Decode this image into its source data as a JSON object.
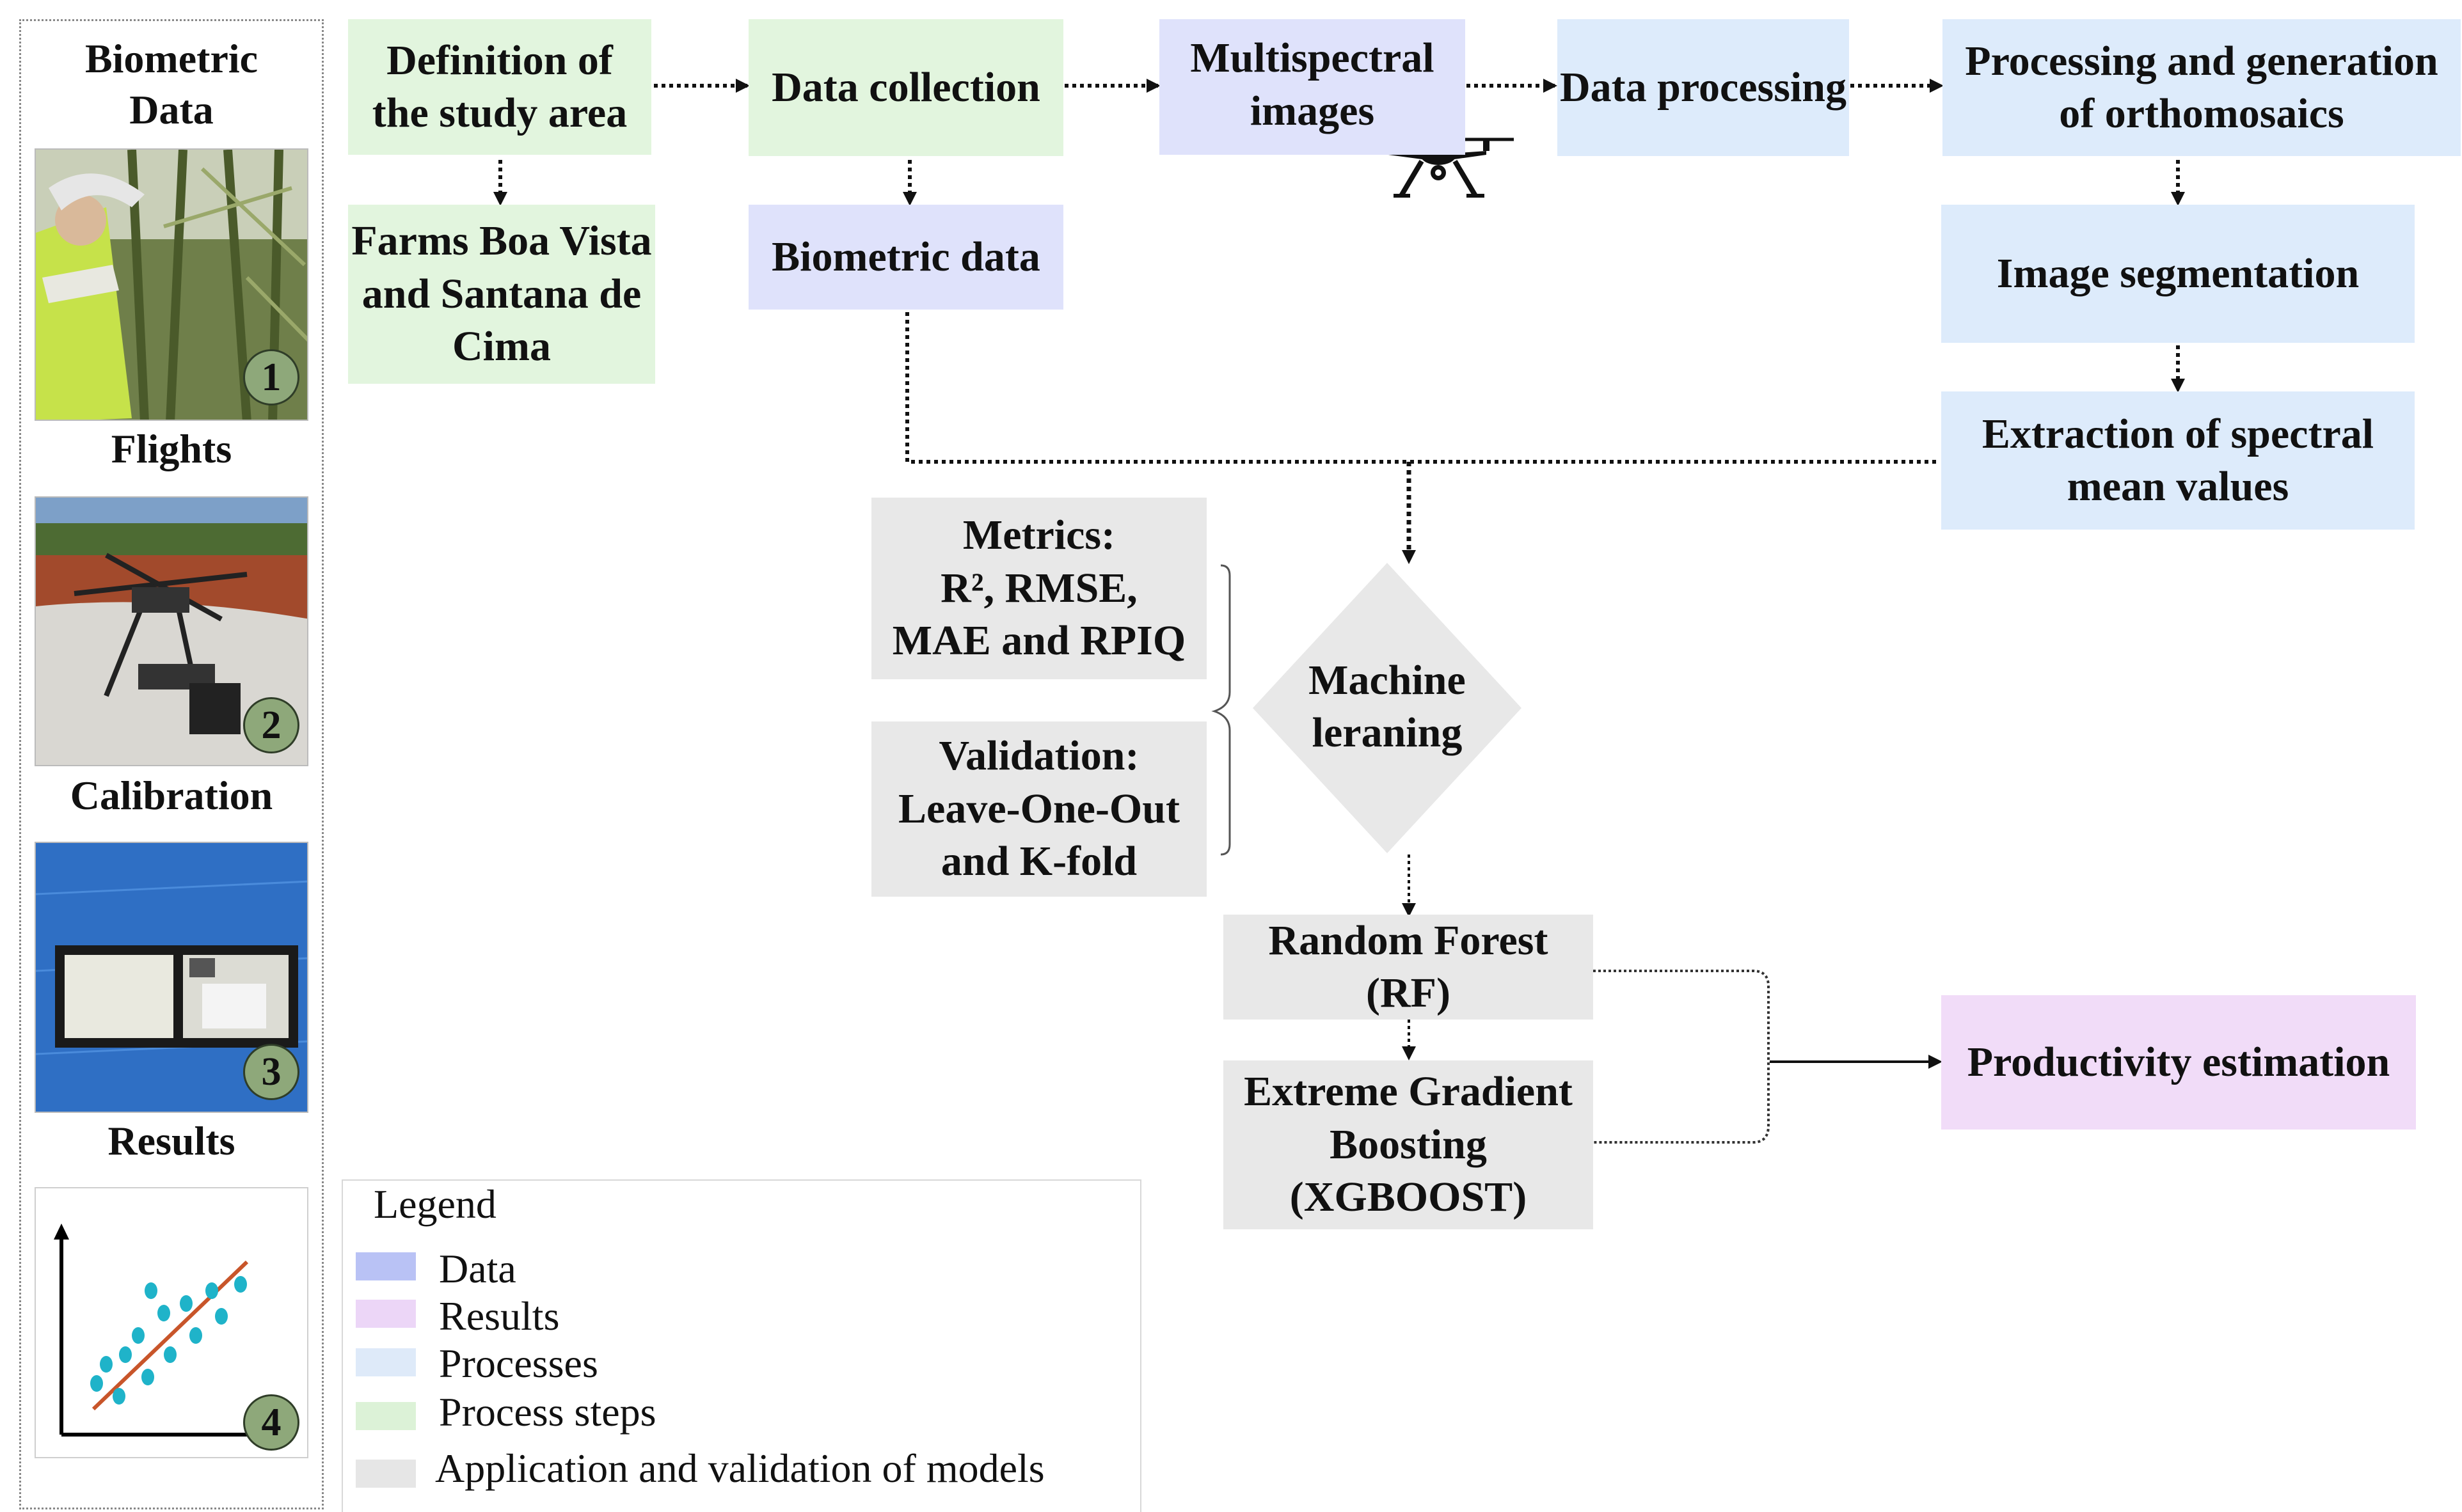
{
  "side_panel": {
    "header": "Biometric\nData",
    "labels": [
      "Flights",
      "Calibration",
      "Results"
    ],
    "badges": [
      "1",
      "2",
      "3",
      "4"
    ]
  },
  "nodes": {
    "definition": "Definition of the study area",
    "farms": "Farms Boa Vista and Santana de Cima",
    "data_collection": "Data collection",
    "biometric_data": "Biometric data",
    "multispectral": "Multispectral images",
    "data_processing": "Data processing",
    "orthomosaics": "Processing and generation of orthomosaics",
    "segmentation": "Image segmentation",
    "extraction": "Extraction of spectral mean values",
    "metrics": "Metrics:\nR², RMSE,\nMAE and RPIQ",
    "validation": "Validation:\nLeave-One-Out\nand K-fold",
    "machine_learning": "Machine\nleraning",
    "rf": "Random Forest\n(RF)",
    "xgboost": "Extreme Gradient\nBoosting\n(XGBOOST)",
    "productivity": "Productivity estimation"
  },
  "legend": {
    "title": "Legend",
    "items": [
      {
        "label": "Data",
        "color": "#b9c2f5"
      },
      {
        "label": "Results",
        "color": "#ecd6f7"
      },
      {
        "label": "Processes",
        "color": "#deeaf9"
      },
      {
        "label": "Process steps",
        "color": "#dcf2d7"
      },
      {
        "label": "Application and validation of models",
        "color": "#e6e6e6"
      }
    ]
  },
  "colors": {
    "process_steps": "#e2f5de",
    "data": "#dfe2fb",
    "processes": "#ddebfb",
    "models": "#e8e8e8",
    "results": "#f1dcf8",
    "badge": "#8ea87a"
  },
  "icons": [
    "drone-icon",
    "scatter-plot-icon"
  ]
}
